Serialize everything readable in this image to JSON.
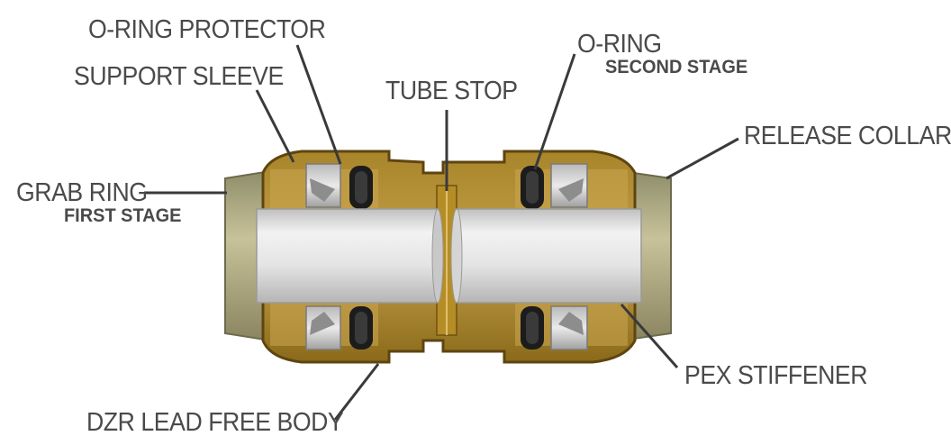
{
  "labels": {
    "oring_protector": "O-RING PROTECTOR",
    "support_sleeve": "SUPPORT SLEEVE",
    "tube_stop": "TUBE STOP",
    "oring": "O-RING",
    "oring_stage": "SECOND STAGE",
    "release_collar": "RELEASE COLLAR",
    "grab_ring": "GRAB RING",
    "grab_ring_stage": "FIRST STAGE",
    "pex_stiffener": "PEX STIFFENER",
    "dzr_body": "DZR LEAD FREE BODY"
  },
  "colors": {
    "brass": "#b08a2a",
    "brass_dark": "#7a5a12",
    "brass_light": "#d3b25a",
    "pipe": "#dcdcdc",
    "oring": "#1c1c1c",
    "leader": "#3a3a3a",
    "text": "#4a4a4a"
  }
}
